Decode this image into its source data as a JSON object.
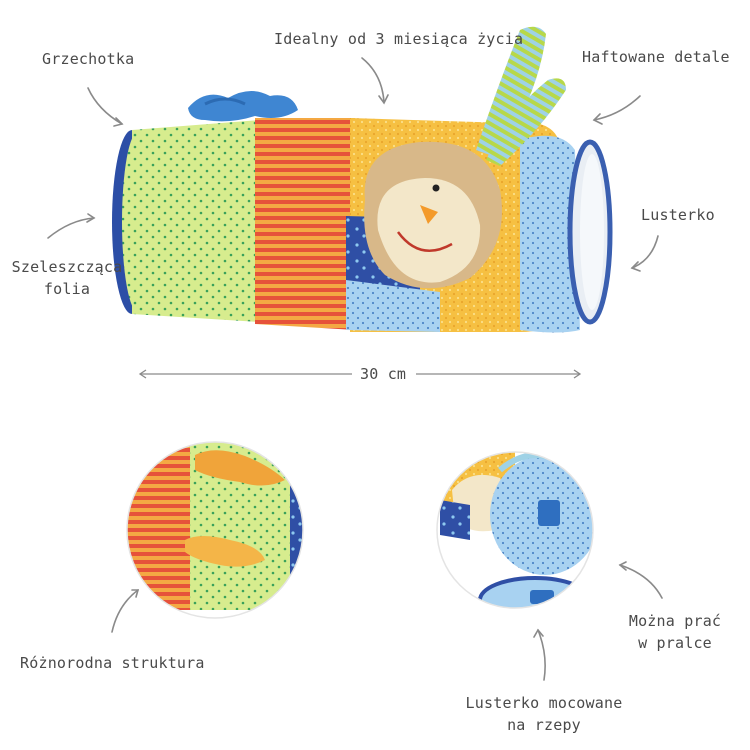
{
  "labels": {
    "rattle": "Grzechotka",
    "age": "Idealny od 3 miesiąca życia",
    "embroidered": "Haftowane detale",
    "mirror": "Lusterko",
    "crinkle_line1": "Szeleszcząca",
    "crinkle_line2": "folia",
    "length": "30 cm",
    "texture": "Różnorodna struktura",
    "washable_line1": "Można prać",
    "washable_line2": "w pralce",
    "velcro_line1": "Lusterko mocowane",
    "velcro_line2": "na rzepy"
  },
  "colors": {
    "text": "#4a4a4a",
    "lime": "#d6ec8c",
    "stripe_red": "#e8533a",
    "stripe_orange": "#f6a23a",
    "yellow": "#f7c243",
    "light_blue": "#a9d3f2",
    "navy": "#2d4fa3",
    "face": "#f3e7c9"
  }
}
